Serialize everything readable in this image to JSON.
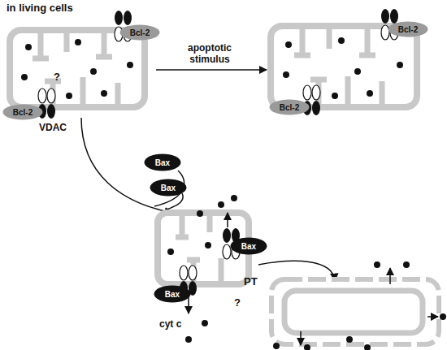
{
  "diagram": {
    "nodes": [
      {
        "text": [
          "Bcl-2"
        ]
      },
      {
        "text": [
          "Bcl-2"
        ]
      },
      {
        "text": [
          "Bcl-2"
        ]
      },
      {
        "text": [
          "Bcl-2"
        ]
      },
      {
        "text": [
          "Bax"
        ]
      },
      {
        "text": [
          "Bax"
        ]
      },
      {
        "text": [
          "Bax"
        ]
      },
      {
        "text": [
          "Bax"
        ]
      }
    ],
    "labels": [
      "in living cells",
      "?",
      "VDAC",
      "apoptotic stimulus",
      "cyt c",
      "PT",
      "?"
    ]
  }
}
